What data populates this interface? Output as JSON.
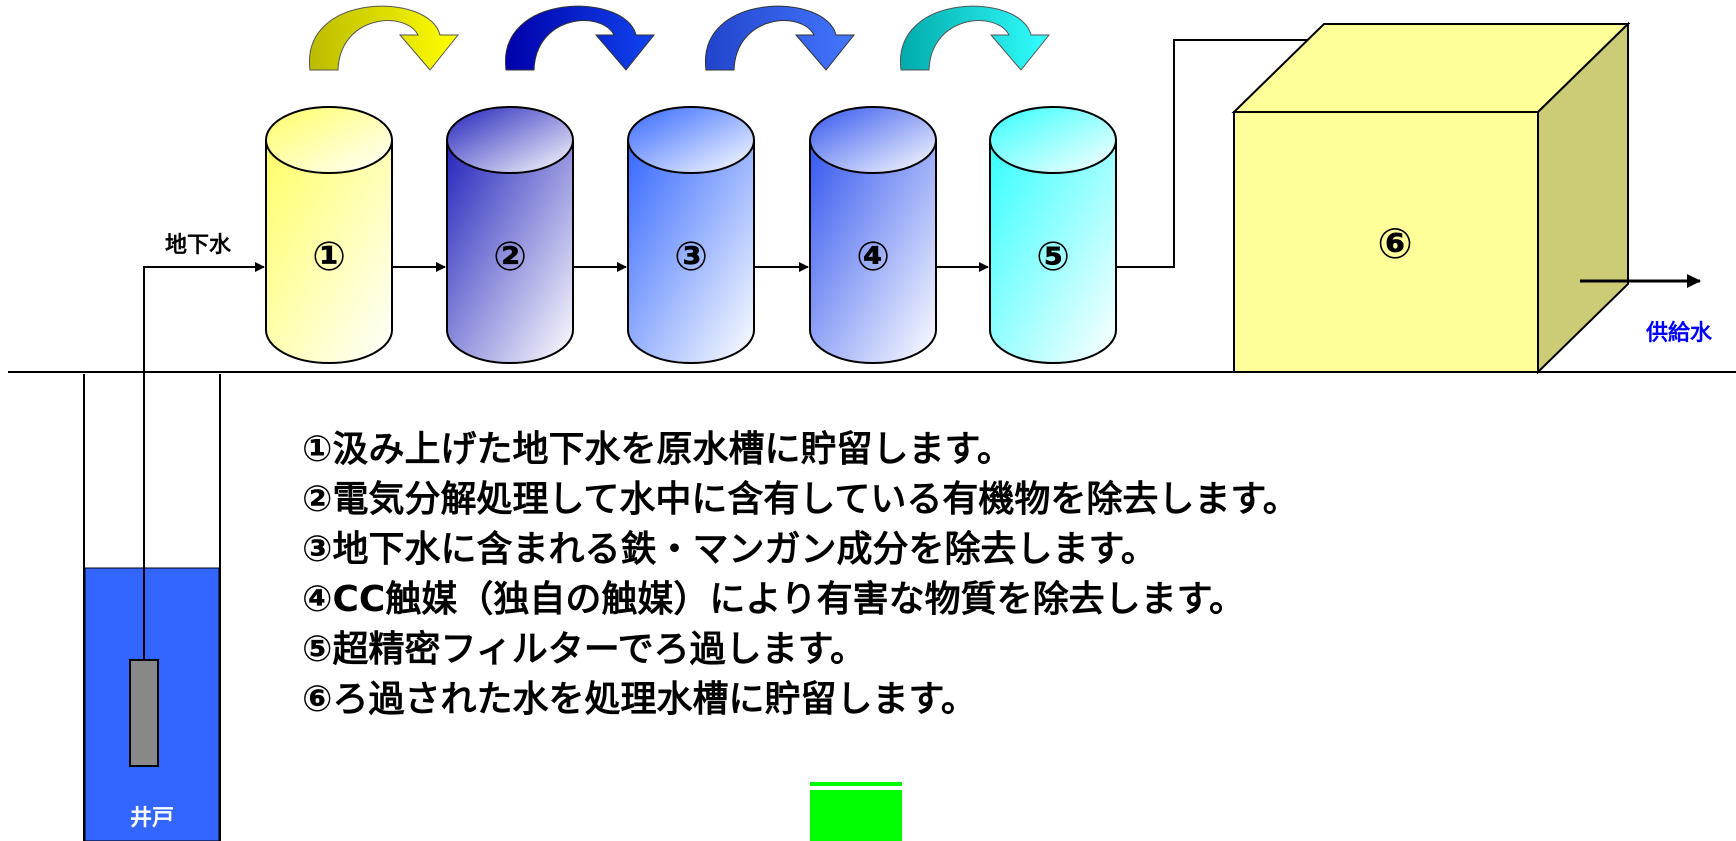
{
  "labels": {
    "input": "地下水",
    "output": "供給水",
    "well": "井戸"
  },
  "stages": [
    "①",
    "②",
    "③",
    "④",
    "⑤"
  ],
  "tank": "⑥",
  "steps": [
    "①汲み上げた地下水を原水槽に貯留します。",
    "②電気分解処理して水中に含有している有機物を除去します。",
    "③地下水に含まれる鉄・マンガン成分を除去します。",
    "④CC触媒（独自の触媒）により有害な物質を除去します。",
    "⑤超精密フィルターでろ過します。",
    "⑥ろ過された水を処理水槽に貯留します。"
  ],
  "colors": {
    "output_label": "#0000ff",
    "well_water": "#3366ff",
    "tank_front": "#ffff99",
    "tank_side": "#cccc77",
    "green_mark": "#00ff00"
  }
}
